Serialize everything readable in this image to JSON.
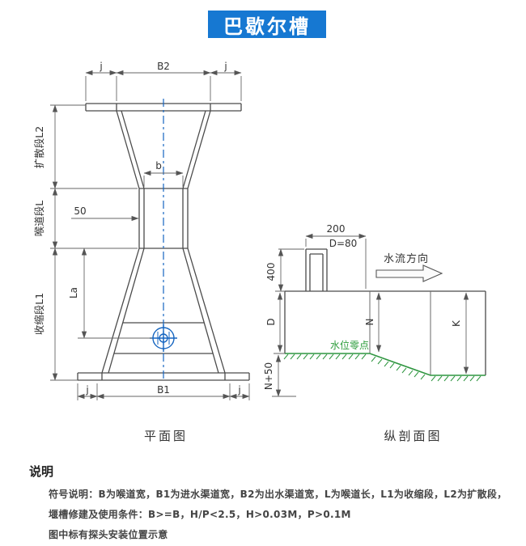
{
  "page": {
    "title": "巴歇尔槽"
  },
  "colors": {
    "title_bg": "#1678d2",
    "centerline_blue": "#1565c0",
    "probe_blue": "#1565c0",
    "floor_green": "#2f9640",
    "water_text_green": "#2e9d3c",
    "line_dark": "#4a4a4a",
    "dim_gray": "#666666"
  },
  "plan_view": {
    "caption": "平面图",
    "dims": {
      "j_top_left": "j",
      "b2_top": "B2",
      "j_top_right": "j",
      "section_l2": "扩散段L2",
      "section_l": "喉道段L",
      "section_l1": "收缩段L1",
      "throat_width": "b",
      "offset_50": "50",
      "la": "La",
      "j_bottom_left": "j",
      "b1_bottom": "B1",
      "j_bottom_right": "j"
    }
  },
  "section_view": {
    "caption": "纵剖面图",
    "dims": {
      "top_200": "200",
      "pipe_d80": "D=80",
      "well_400": "400",
      "depth_d": "D",
      "depth_n": "N",
      "depth_k": "K",
      "depth_n50": "N+50"
    },
    "labels": {
      "flow_direction": "水流方向",
      "water_zero": "水位零点"
    }
  },
  "notes": {
    "heading": "说明",
    "lines": [
      "符号说明：B为喉道宽，B1为进水渠道宽，B2为出水渠道宽，L为喉道长，L1为收缩段，L2为扩散段，",
      "堰槽修建及使用条件：B>=B，H/P<2.5，H>0.03M，P>0.1M",
      "图中标有探头安装位置示意"
    ]
  }
}
